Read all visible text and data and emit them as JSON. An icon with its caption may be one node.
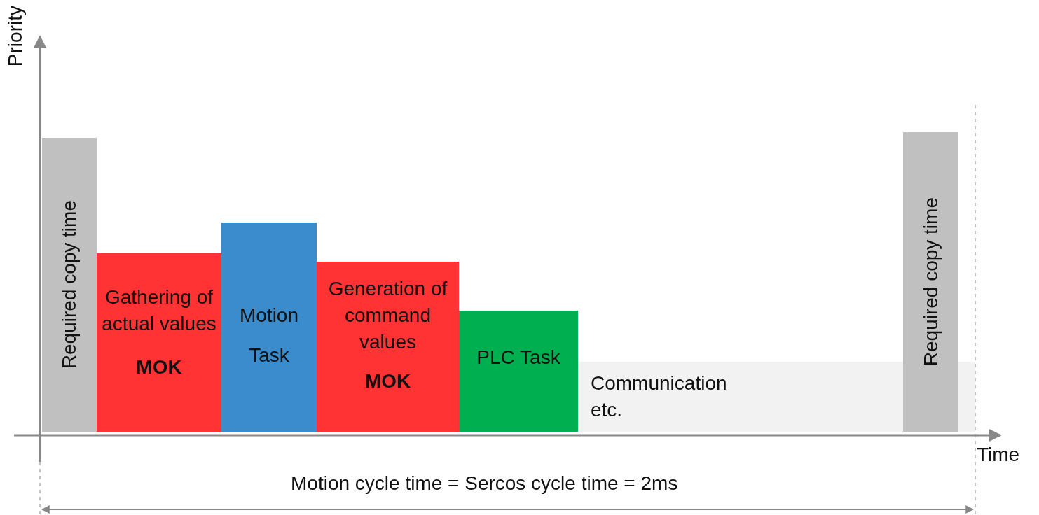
{
  "diagram": {
    "nodes": [
      {
        "text": [
          "Required copy time"
        ]
      },
      {
        "text": [
          "Gathering of actual values",
          "MOK"
        ]
      },
      {
        "text": [
          "Motion Task"
        ]
      },
      {
        "text": [
          "Generation of command values",
          "MOK"
        ]
      },
      {
        "text": [
          "PLC Task"
        ]
      },
      {
        "text": [
          "Communication etc."
        ]
      },
      {
        "text": [
          "Required copy time"
        ]
      }
    ],
    "labels": [
      "Priority",
      "Time",
      "Motion cycle time = Sercos cycle time = 2ms"
    ]
  }
}
